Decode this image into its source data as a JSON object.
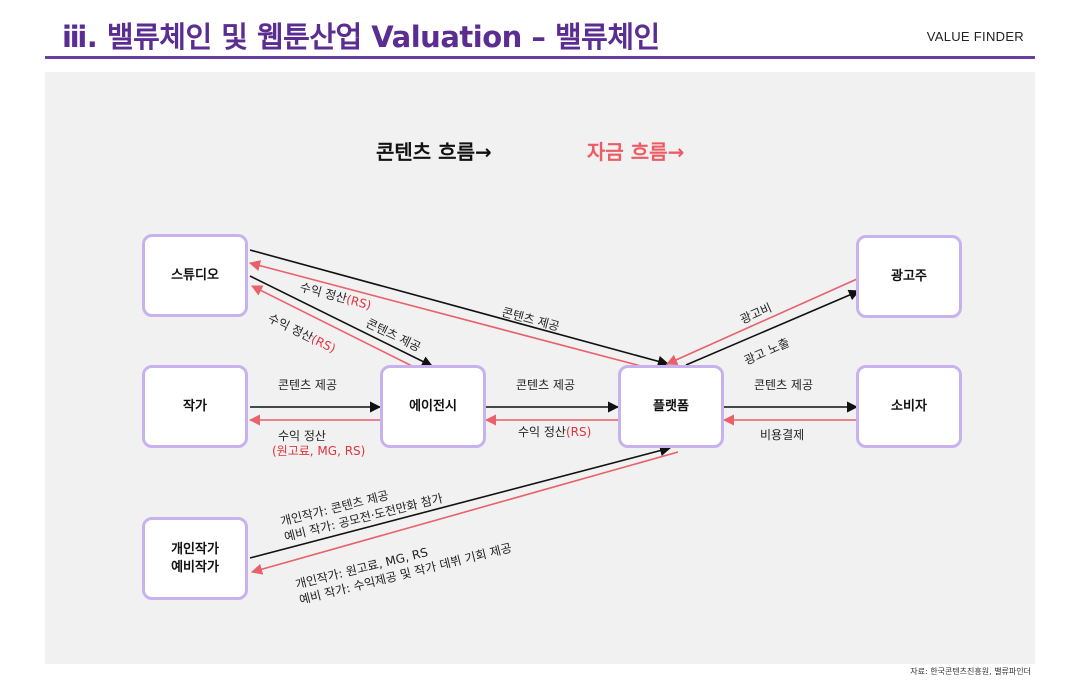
{
  "header": {
    "title": "ⅲ. 밸류체인 및 웹툰산업 Valuation – 밸류체인",
    "brand": "VALUE FINDER"
  },
  "legend": {
    "content_flow": "콘텐츠 흐름→",
    "money_flow": "자금 흐름→"
  },
  "nodes": {
    "studio": "스튜디오",
    "advertiser": "광고주",
    "writer": "작가",
    "agency": "에이전시",
    "platform": "플랫폼",
    "consumer": "소비자",
    "individual": "개인작가\n예비작가"
  },
  "edges": {
    "studio_platform_content": "콘텐츠 제공",
    "agency_studio_revenue": "수익 정산",
    "agency_studio_revenue_rs": "(RS)",
    "platform_studio_revenue": "수익 정산",
    "platform_studio_revenue_rs": "(RS)",
    "studio_agency_content": "콘텐츠 제공",
    "writer_agency_content": "콘텐츠 제공",
    "agency_writer_revenue": "수익 정산",
    "agency_writer_revenue_detail": "(원고료, MG, RS)",
    "agency_platform_content": "콘텐츠 제공",
    "platform_agency_revenue": "수익 정산",
    "platform_agency_revenue_rs": "(RS)",
    "advertiser_platform_fee": "광고비",
    "platform_advertiser_exposure": "광고 노출",
    "platform_consumer_content": "콘텐츠 제공",
    "consumer_platform_payment": "비용결제",
    "individual_platform_line1": "개인작가: 콘텐츠 제공",
    "individual_platform_line2": "예비 작가: 공모전·도전만화 참가",
    "platform_individual_line1": "개인작가: 원고료, MG, RS",
    "platform_individual_line2": "예비 작가: 수익제공 및 작가 데뷔 기회 제공"
  },
  "colors": {
    "title": "#5b2c91",
    "node_border": "#c8b2ee",
    "content_arrow": "#111111",
    "money_arrow": "#e8616b",
    "panel_bg": "#f1f1f1"
  },
  "footer": {
    "source": "자료: 한국콘텐츠진흥원, 밸류파인더"
  }
}
